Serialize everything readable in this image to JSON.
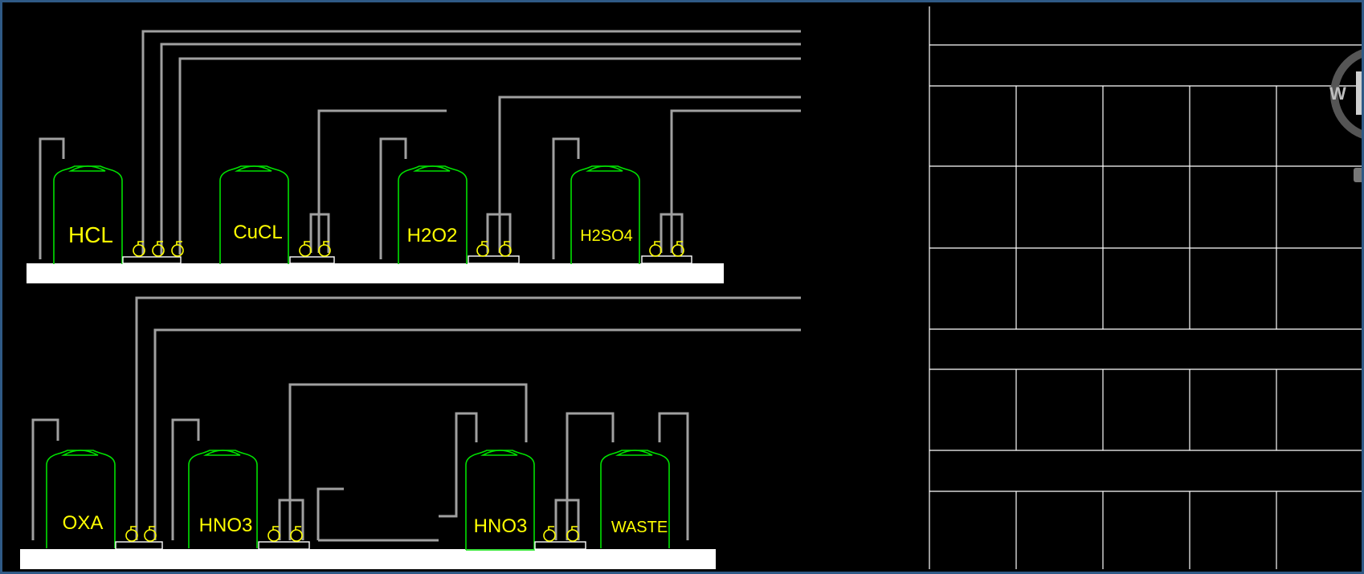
{
  "colors": {
    "background": "#000000",
    "frame": "#2f5a86",
    "pipe": "#a0a0a0",
    "tank_outline": "#00e000",
    "label": "#ffff00",
    "pump": "#ffff00",
    "shelf": "#ffffff",
    "grid_line": "#ffffff"
  },
  "tanks": [
    {
      "label": "HCL"
    },
    {
      "label": "CuCL"
    },
    {
      "label": "H2O2"
    },
    {
      "label": "H2SO4"
    },
    {
      "label": "OXA"
    },
    {
      "label": "HNO3"
    },
    {
      "label": "HNO3"
    },
    {
      "label": "WASTE"
    }
  ],
  "right_panel": {
    "badge_letter": "W"
  }
}
